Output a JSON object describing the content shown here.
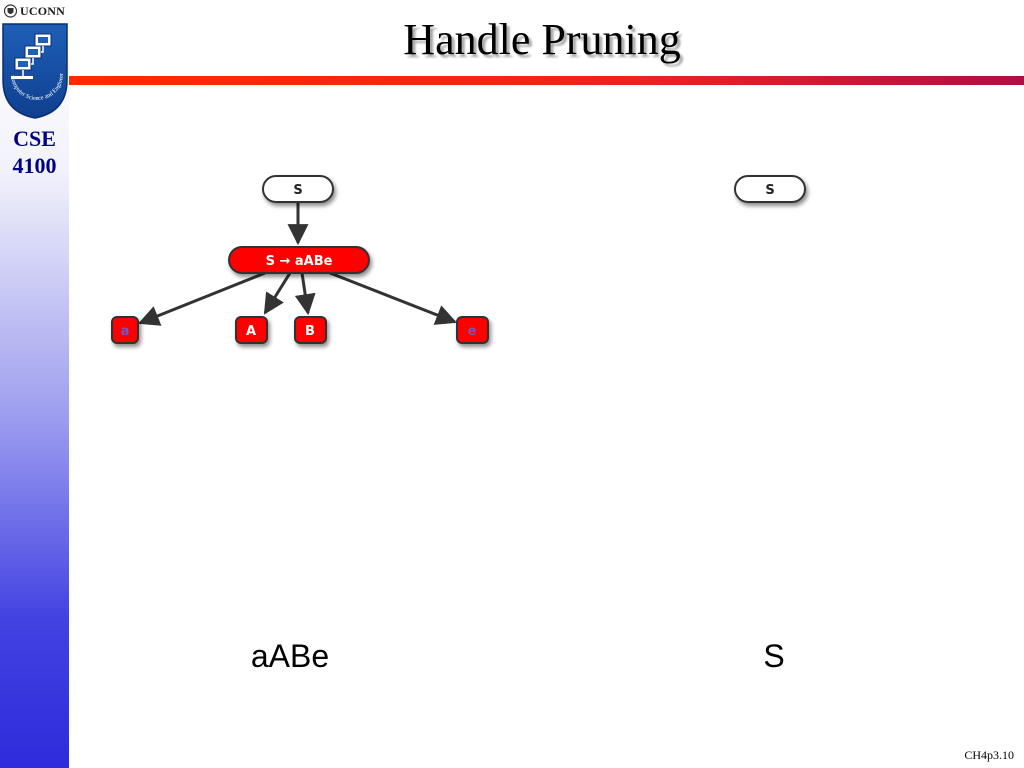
{
  "brand": {
    "university": "UCONN",
    "logo_text": "Computer Science and Engineering",
    "course_line1": "CSE",
    "course_line2": "4100"
  },
  "slide": {
    "title": "Handle Pruning",
    "caption_left": "aABe",
    "caption_right": "S",
    "footer": "CH4p3.10"
  },
  "diagram": {
    "left_tree": {
      "root": "S",
      "production": "S → aABe",
      "children": [
        "a",
        "A",
        "B",
        "e"
      ]
    },
    "right_tree": {
      "root": "S"
    }
  },
  "colors": {
    "node_red": "#ff0000",
    "node_white": "#ffffff",
    "terminal_text": "#6a5acd",
    "nonterminal_text": "#ffffff",
    "rule": "#f02020",
    "course_text": "#000080"
  }
}
